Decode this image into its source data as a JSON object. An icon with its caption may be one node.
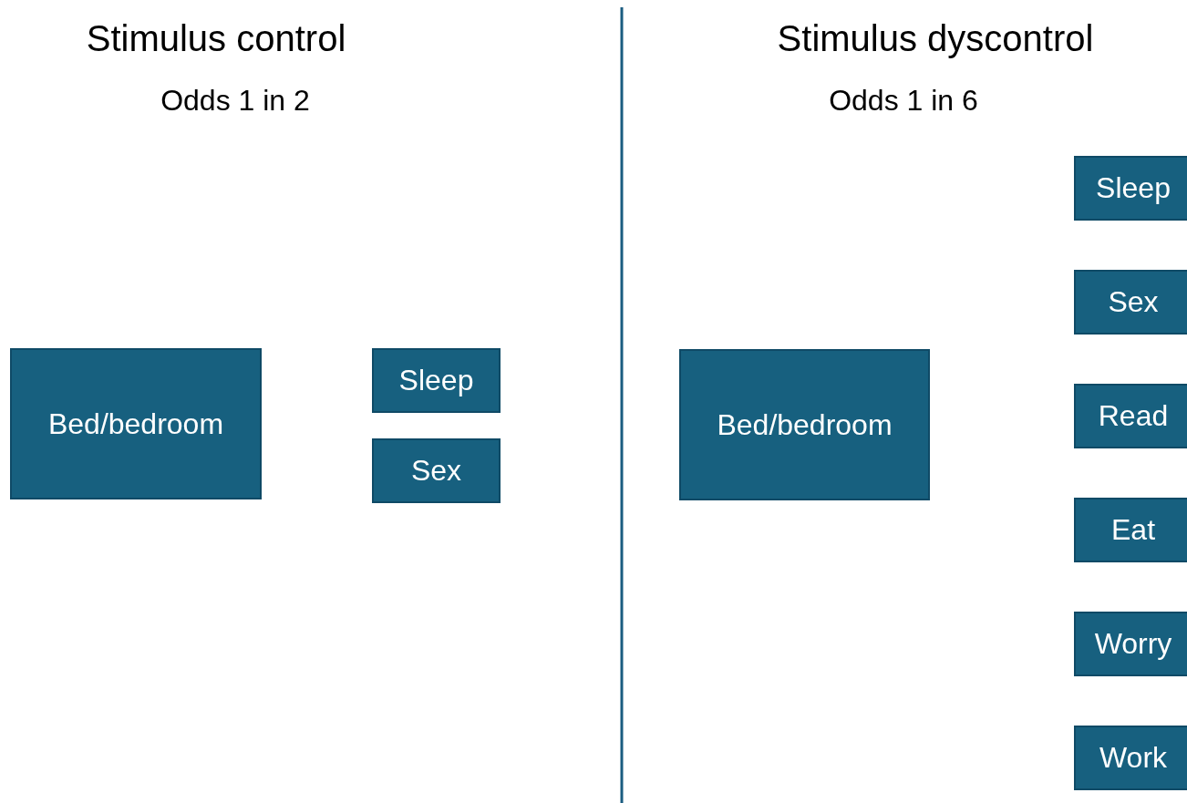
{
  "diagram": {
    "nodes": [
      {
        "text": [
          "Bed/bedroom"
        ]
      },
      {
        "text": [
          "Sleep"
        ]
      },
      {
        "text": [
          "Sex"
        ]
      },
      {
        "text": [
          "Bed/bedroom"
        ]
      },
      {
        "text": [
          "Sleep"
        ]
      },
      {
        "text": [
          "Sex"
        ]
      },
      {
        "text": [
          "Read"
        ]
      },
      {
        "text": [
          "Eat"
        ]
      },
      {
        "text": [
          "Worry"
        ]
      },
      {
        "text": [
          "Work"
        ]
      }
    ],
    "labels": [
      "Stimulus control",
      "Odds 1 in 2",
      "Stimulus dyscontrol",
      "Odds 1 in 6"
    ]
  }
}
